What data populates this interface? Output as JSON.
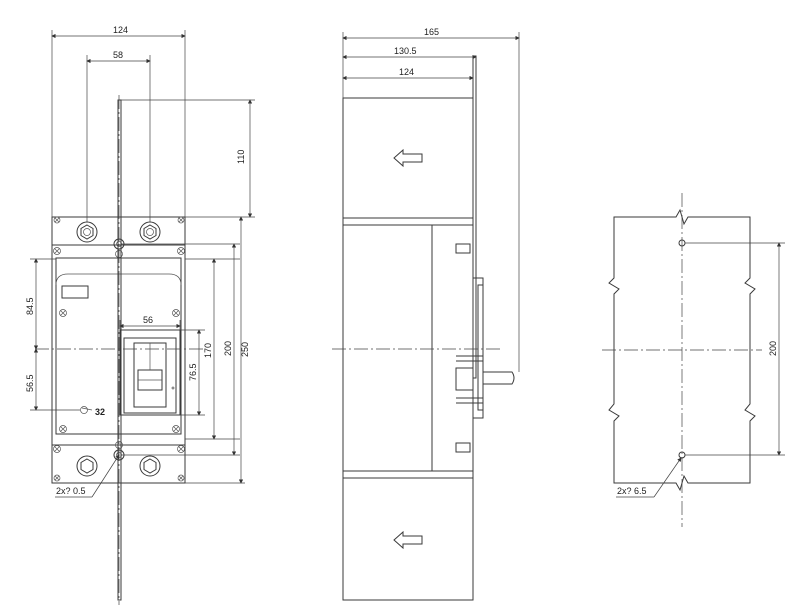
{
  "front_view": {
    "dim_width_total": "124",
    "dim_terminal_spacing": "58",
    "dim_handle_height": "110",
    "dim_upper": "84.5",
    "dim_lower": "56.5",
    "dim_window_width": "56",
    "dim_window_height": "76.5",
    "dim_170": "170",
    "dim_200": "200",
    "dim_250": "250",
    "label_32": "32",
    "label_holes": "2x? 0.5"
  },
  "side_view": {
    "dim_165": "165",
    "dim_130_5": "130.5",
    "dim_124": "124"
  },
  "cutout_view": {
    "dim_200": "200",
    "label_holes": "2x? 6.5"
  }
}
